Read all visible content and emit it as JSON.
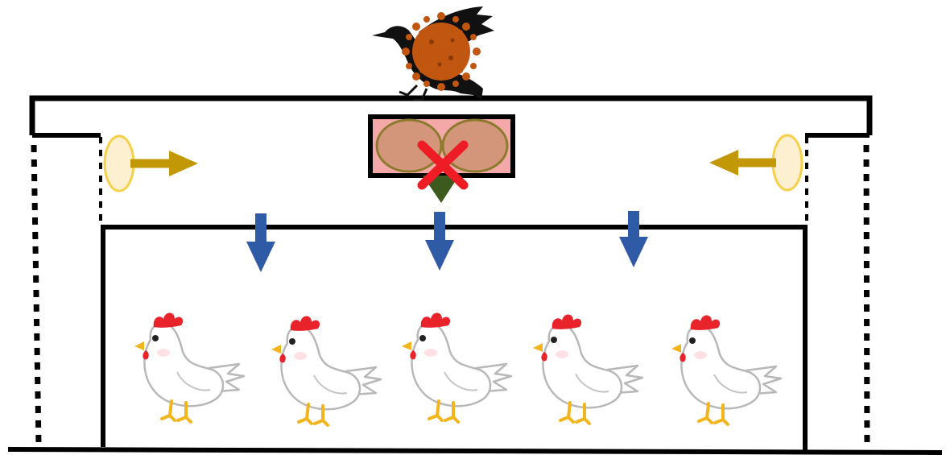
{
  "scene": {
    "description_free": true,
    "elements": {
      "wild_bird": {
        "icon": "wild-bird-with-virus-icon",
        "virus_color": "#c0560f"
      },
      "filter": {
        "icon": "filter-icon",
        "blocked_icon": "red-x-icon",
        "fill": "#f4a9a8",
        "unit_color": "#d4967a"
      },
      "air_inlets": {
        "count": 2,
        "color": "#fdf0d0",
        "arrow_color": "#c39807"
      },
      "downward_airflow": {
        "count": 3,
        "color": "#2e5aa6"
      },
      "chickens": {
        "count": 5,
        "icon": "chicken-icon"
      }
    }
  }
}
